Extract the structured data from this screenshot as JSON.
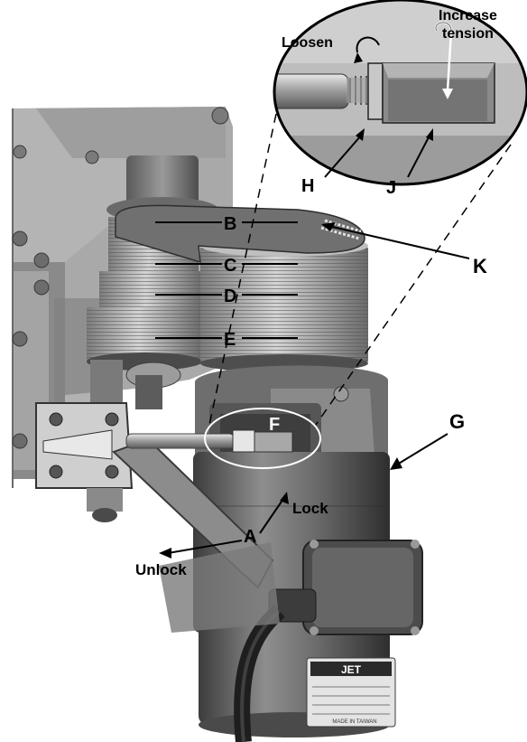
{
  "callouts": {
    "b": "B",
    "c": "C",
    "d": "D",
    "e": "E",
    "f": "F",
    "g": "G",
    "h": "H",
    "j": "J",
    "k": "K",
    "a": "A"
  },
  "annotations": {
    "loosen": "Loosen",
    "increase_line1": "Increase",
    "increase_line2": "tension",
    "lock": "Lock",
    "unlock": "Unlock"
  },
  "nameplate": {
    "brand": "JET",
    "origin": "MADE IN TAIWAN"
  },
  "colors": {
    "ink": "#000000",
    "metal_dark": "#4a4a4a",
    "metal_mid": "#8c8c8c",
    "metal_light": "#c8c8c8",
    "background": "#ffffff"
  }
}
